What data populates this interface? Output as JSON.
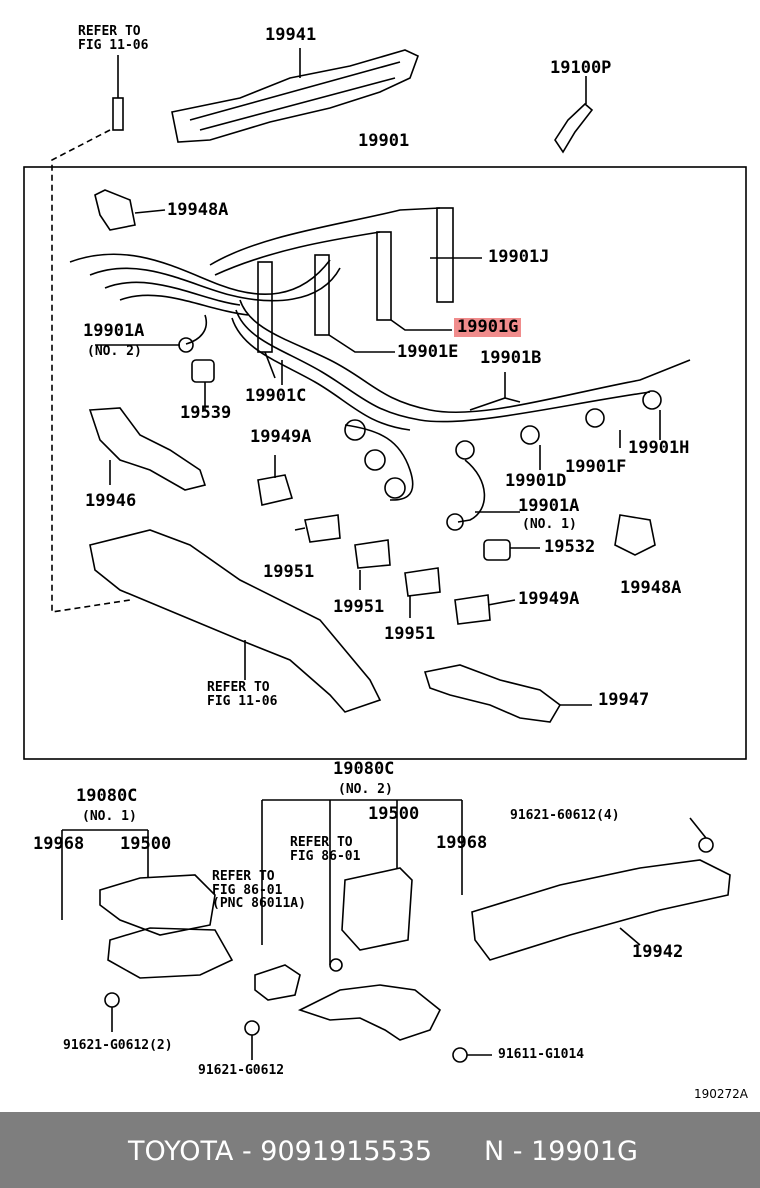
{
  "labels": {
    "refer_top": "REFER TO\nFIG 11-06",
    "p19941": "19941",
    "p19100p": "19100P",
    "p19901": "19901",
    "p19948a_top": "19948A",
    "p19901j": "19901J",
    "p19901g": "19901G",
    "p19901a_left": "19901A",
    "no2_left": "(NO. 2)",
    "p19901e": "19901E",
    "p19901b": "19901B",
    "p19901c": "19901C",
    "p19539": "19539",
    "p19949a_left": "19949A",
    "p19946": "19946",
    "p19901h": "19901H",
    "p19901f": "19901F",
    "p19901d": "19901D",
    "p19901a_right": "19901A",
    "no1_right": "(NO. 1)",
    "p19532": "19532",
    "p19948a_right": "19948A",
    "p19951_a": "19951",
    "p19951_b": "19951",
    "p19951_c": "19951",
    "p19949a_right": "19949A",
    "refer_bottom": "REFER TO\nFIG 11-06",
    "p19947": "19947",
    "p19080c_top": "19080C",
    "no2_mid": "(NO. 2)",
    "p19080c_left": "19080C",
    "no1_left": "(NO. 1)",
    "p19968_left": "19968",
    "p19500_left": "19500",
    "refer_86_left": "REFER TO\nFIG 86-01\n(PNC 86011A)",
    "refer_86_mid": "REFER TO\nFIG 86-01",
    "p19500_mid": "19500",
    "p19968_right": "19968",
    "bolt_60612": "91621-60612(4)",
    "p19942": "19942",
    "bolt_g0612_2": "91621-G0612(2)",
    "bolt_g0612": "91621-G0612",
    "bolt_g1014": "91611-G1014",
    "catalog": "190272A"
  },
  "footer": {
    "left": "TOYOTA - 9091915535",
    "right": "N - 19901G"
  },
  "colors": {
    "highlight": "#f08c8c",
    "footer_bg": "#7e7e7e"
  }
}
